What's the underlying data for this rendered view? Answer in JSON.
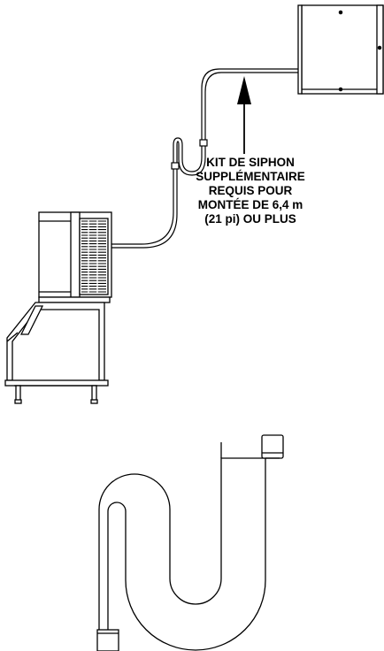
{
  "callout": {
    "lines": [
      "KIT DE SIPHON",
      "SUPPLÉMENTAIRE",
      "REQUIS POUR",
      "MONTÉE DE 6,4 m",
      "(21 pi) OU PLUS"
    ]
  },
  "colors": {
    "line": "#000000",
    "background": "#ffffff"
  }
}
